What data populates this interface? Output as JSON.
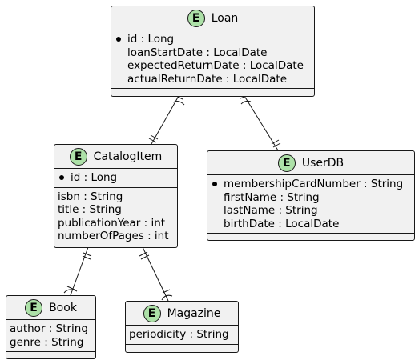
{
  "entities": {
    "loan": {
      "name": "Loan",
      "badge": "E",
      "attributes": [
        "id : Long",
        "loanStartDate : LocalDate",
        "expectedReturnDate : LocalDate",
        "actualReturnDate : LocalDate"
      ]
    },
    "catalog_item": {
      "name": "CatalogItem",
      "badge": "E",
      "key_attributes": [
        "id : Long"
      ],
      "attributes": [
        "isbn : String",
        "title : String",
        "publicationYear : int",
        "numberOfPages : int"
      ]
    },
    "user_db": {
      "name": "UserDB",
      "badge": "E",
      "attributes": [
        "membershipCardNumber : String",
        "firstName : String",
        "lastName : String",
        "birthDate : LocalDate"
      ]
    },
    "book": {
      "name": "Book",
      "badge": "E",
      "attributes": [
        "author : String",
        "genre : String"
      ]
    },
    "magazine": {
      "name": "Magazine",
      "badge": "E",
      "attributes": [
        "periodicity : String"
      ]
    }
  },
  "relationships": [
    {
      "from": "Loan",
      "to": "CatalogItem",
      "from_end": "one-or-many",
      "to_end": "exactly-one"
    },
    {
      "from": "Loan",
      "to": "UserDB",
      "from_end": "one-or-many",
      "to_end": "exactly-one"
    },
    {
      "from": "CatalogItem",
      "to": "Book",
      "from_end": "exactly-one",
      "to_end": "one-or-many"
    },
    {
      "from": "CatalogItem",
      "to": "Magazine",
      "from_end": "exactly-one",
      "to_end": "one-or-many"
    }
  ],
  "colors": {
    "badge": "#ade1a8",
    "box": "#f1f1f1",
    "line": "#181818"
  }
}
